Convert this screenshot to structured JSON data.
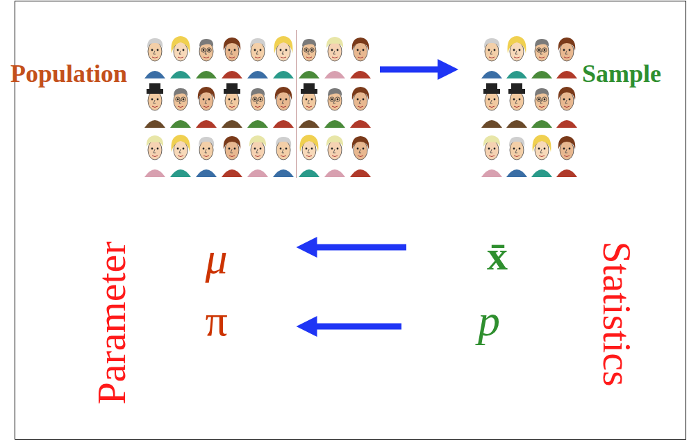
{
  "diagram": {
    "nodes": [
      {
        "text": [
          "Population"
        ]
      },
      {
        "text": [
          "Sample"
        ]
      },
      {
        "text": [
          "μ"
        ]
      },
      {
        "text": [
          "π"
        ]
      },
      {
        "text": [
          "x̄"
        ]
      },
      {
        "text": [
          "p"
        ]
      }
    ],
    "edges": [
      {
        "from": 0,
        "to": 1,
        "arrow": "to"
      },
      {
        "from": 4,
        "to": 2,
        "arrow": "to"
      },
      {
        "from": 5,
        "to": 3,
        "arrow": "to"
      }
    ],
    "labels": [
      "Parameter",
      "Statistics"
    ]
  }
}
